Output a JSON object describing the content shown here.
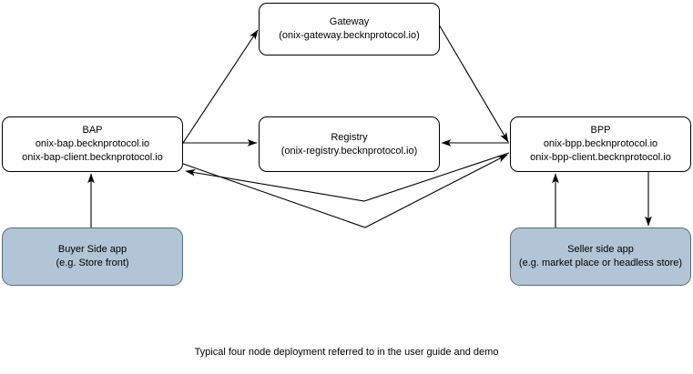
{
  "diagram": {
    "caption": "Typical four node deployment referred to in the user guide and demo",
    "nodes": {
      "gateway": {
        "title": "Gateway",
        "host": "(onix-gateway.becknprotocol.io)"
      },
      "bap": {
        "title": "BAP",
        "host": "onix-bap.becknprotocol.io",
        "host2": "onix-bap-client.becknprotocol.io"
      },
      "registry": {
        "title": "Registry",
        "host": "(onix-registry.becknprotocol.io)"
      },
      "bpp": {
        "title": "BPP",
        "host": "onix-bpp.becknprotocol.io",
        "host2": "onix-bpp-client.becknprotocol.io"
      },
      "buyer_app": {
        "title": "Buyer Side app",
        "subtitle": "(e.g. Store front)"
      },
      "seller_app": {
        "title": "Seller side app",
        "subtitle": "(e.g. market place or headless store)"
      }
    },
    "edges": [
      {
        "id": "bap-to-gateway",
        "from": "bap",
        "to": "gateway",
        "arrow": "end"
      },
      {
        "id": "gateway-to-bpp",
        "from": "gateway",
        "to": "bpp",
        "arrow": "end"
      },
      {
        "id": "bap-to-registry",
        "from": "bap",
        "to": "registry",
        "arrow": "end"
      },
      {
        "id": "bpp-to-registry",
        "from": "bpp",
        "to": "registry",
        "arrow": "end"
      },
      {
        "id": "bpp-to-bap",
        "from": "bpp",
        "to": "bap",
        "arrow": "end"
      },
      {
        "id": "bap-to-bpp",
        "from": "bap",
        "to": "bpp",
        "arrow": "end"
      },
      {
        "id": "buyer-to-bap",
        "from": "buyer_app",
        "to": "bap",
        "arrow": "end"
      },
      {
        "id": "seller-to-bpp",
        "from": "seller_app",
        "to": "bpp",
        "arrow": "end"
      },
      {
        "id": "bpp-to-seller",
        "from": "bpp",
        "to": "seller_app",
        "arrow": "end"
      }
    ],
    "colors": {
      "app_fill": "#b1c5d6",
      "app_stroke": "#5b6b78",
      "node_fill": "#ffffff",
      "node_stroke": "#000000",
      "edge_stroke": "#000000",
      "text": "#000000"
    }
  }
}
